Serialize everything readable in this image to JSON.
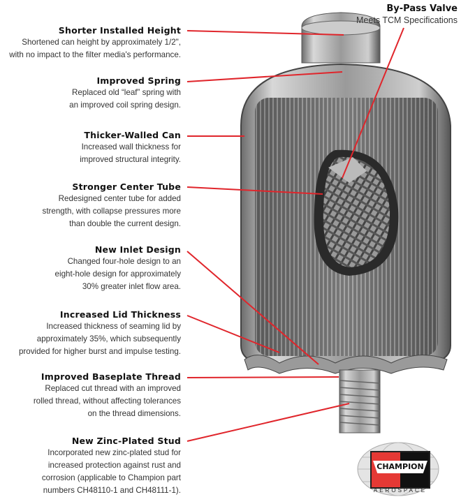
{
  "bypass_valve": {
    "title": "By-Pass Valve",
    "text": "Meets TCM Specifications"
  },
  "callouts": [
    {
      "title": "Shorter Installed Height",
      "lines": [
        "Shortened can height by approximately 1/2\",",
        "with no impact to the filter media's performance."
      ]
    },
    {
      "title": "Improved Spring",
      "lines": [
        "Replaced old “leaf” spring with",
        "an improved coil spring design."
      ]
    },
    {
      "title": "Thicker-Walled Can",
      "lines": [
        "Increased wall thickness for",
        "improved structural integrity."
      ]
    },
    {
      "title": "Stronger Center Tube",
      "lines": [
        "Redesigned center tube for added",
        "strength, with collapse pressures more",
        "than double the current design."
      ]
    },
    {
      "title": "New Inlet Design",
      "lines": [
        "Changed four-hole design to an",
        "eight-hole design for approximately",
        "30% greater inlet flow area."
      ]
    },
    {
      "title": "Increased Lid Thickness",
      "lines": [
        "Increased thickness of seaming lid by",
        "approximately 35%, which subsequently",
        "provided for higher burst and impulse testing."
      ]
    },
    {
      "title": "Improved Baseplate Thread",
      "lines": [
        "Replaced cut thread with an improved",
        "rolled thread, without affecting tolerances",
        "on the thread dimensions."
      ]
    },
    {
      "title": "New Zinc-Plated Stud",
      "lines": [
        "Incorporated new zinc-plated stud for",
        "increased protection against rust and",
        "corrosion (applicable to Champion part",
        "numbers CH48110-1 and CH48111-1)."
      ]
    }
  ],
  "logo": {
    "brand": "CHAMPION",
    "sub": "AEROSPACE"
  },
  "colors": {
    "leader": "#e0252b",
    "text": "#333333"
  }
}
